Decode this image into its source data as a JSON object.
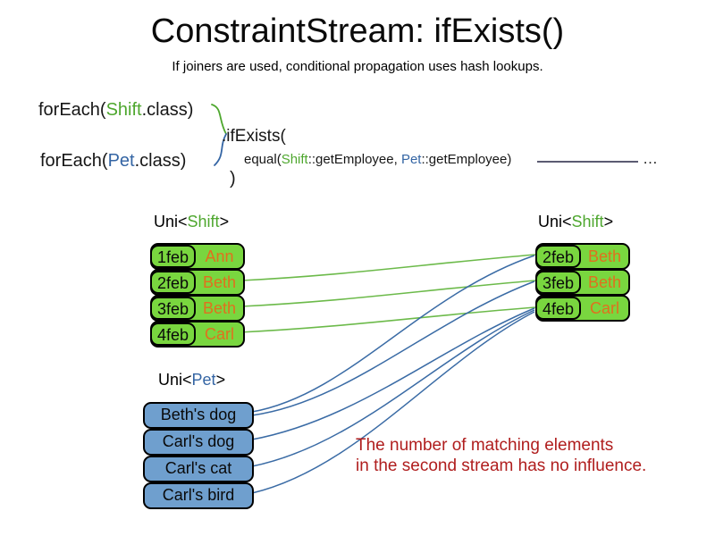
{
  "title": "ConstraintStream: ifExists()",
  "subtitle": "If joiners are used, conditional propagation uses hash lookups.",
  "code": {
    "line1": {
      "pre": "forEach(",
      "type": "Shift",
      "post": ".class)"
    },
    "line2": {
      "pre": "forEach(",
      "type": "Pet",
      "post": ".class)"
    },
    "ifexists": ".ifExists(",
    "equal": {
      "pre": "equal(",
      "shift": "Shift",
      "mid": "::getEmployee, ",
      "pet": "Pet",
      "post": "::getEmployee)"
    },
    "ellipsis": "…",
    "close_paren": ")"
  },
  "left_shift_table": {
    "header": {
      "pre": "Uni<",
      "type": "Shift",
      "post": ">"
    },
    "rows": [
      {
        "date": "1feb",
        "name": "Ann"
      },
      {
        "date": "2feb",
        "name": "Beth"
      },
      {
        "date": "3feb",
        "name": "Beth"
      },
      {
        "date": "4feb",
        "name": "Carl"
      }
    ]
  },
  "right_shift_table": {
    "header": {
      "pre": "Uni<",
      "type": "Shift",
      "post": ">"
    },
    "rows": [
      {
        "date": "2feb",
        "name": "Beth"
      },
      {
        "date": "3feb",
        "name": "Beth"
      },
      {
        "date": "4feb",
        "name": "Carl"
      }
    ]
  },
  "pet_list": {
    "header": {
      "pre": "Uni<",
      "type": "Pet",
      "post": ">"
    },
    "items": [
      {
        "label": "Beth's dog"
      },
      {
        "label": "Carl's dog"
      },
      {
        "label": "Carl's cat"
      },
      {
        "label": "Carl's bird"
      }
    ]
  },
  "note": {
    "line1": "The number of matching elements",
    "line2": "in the second stream has no influence."
  },
  "colors": {
    "box_green": "#79d63f",
    "box_blue": "#6f9fce",
    "code_green": "#4ea72e",
    "code_blue": "#3465a4",
    "orange": "#e0701e",
    "red": "#b01e1e",
    "line_green": "#6cba4a",
    "line_blue": "#3a6ba5",
    "dash": "#5b5b72"
  }
}
